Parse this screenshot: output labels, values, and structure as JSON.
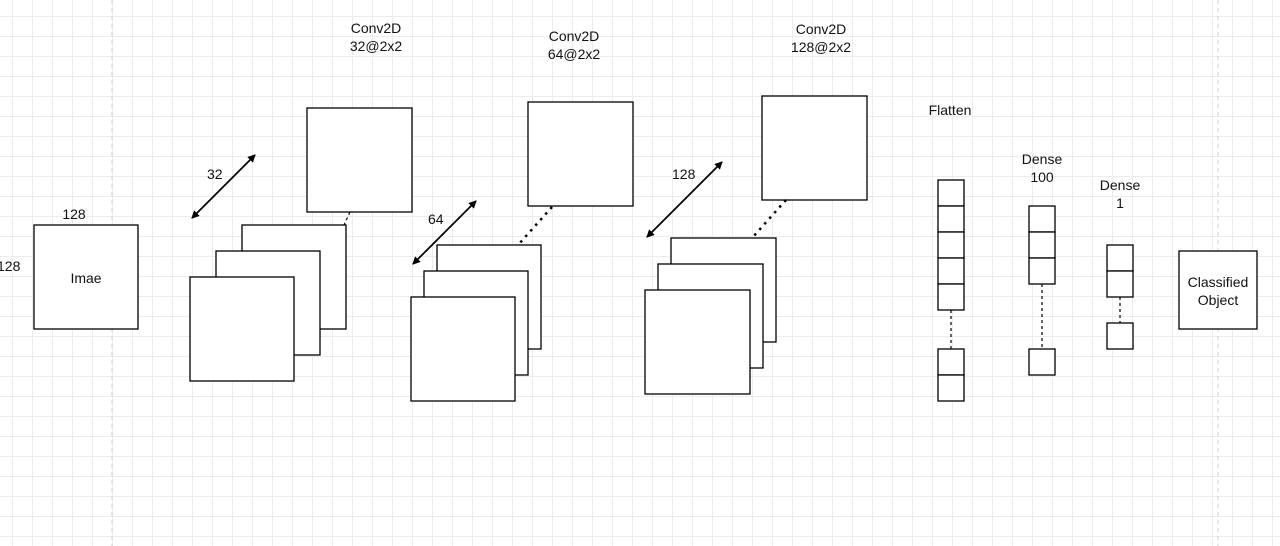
{
  "diagram": {
    "input": {
      "label": "Imae",
      "width_label": "128",
      "height_label": "128"
    },
    "conv_blocks": [
      {
        "title": "Conv2D",
        "filters": "32@2x2",
        "depth_label": "32"
      },
      {
        "title": "Conv2D",
        "filters": "64@2x2",
        "depth_label": "64"
      },
      {
        "title": "Conv2D",
        "filters": "128@2x2",
        "depth_label": "128"
      }
    ],
    "flatten": {
      "label": "Flatten"
    },
    "dense_1": {
      "title": "Dense",
      "units": "100"
    },
    "dense_2": {
      "title": "Dense",
      "units": "1"
    },
    "output": {
      "line1": "Classified",
      "line2": "Object"
    }
  }
}
